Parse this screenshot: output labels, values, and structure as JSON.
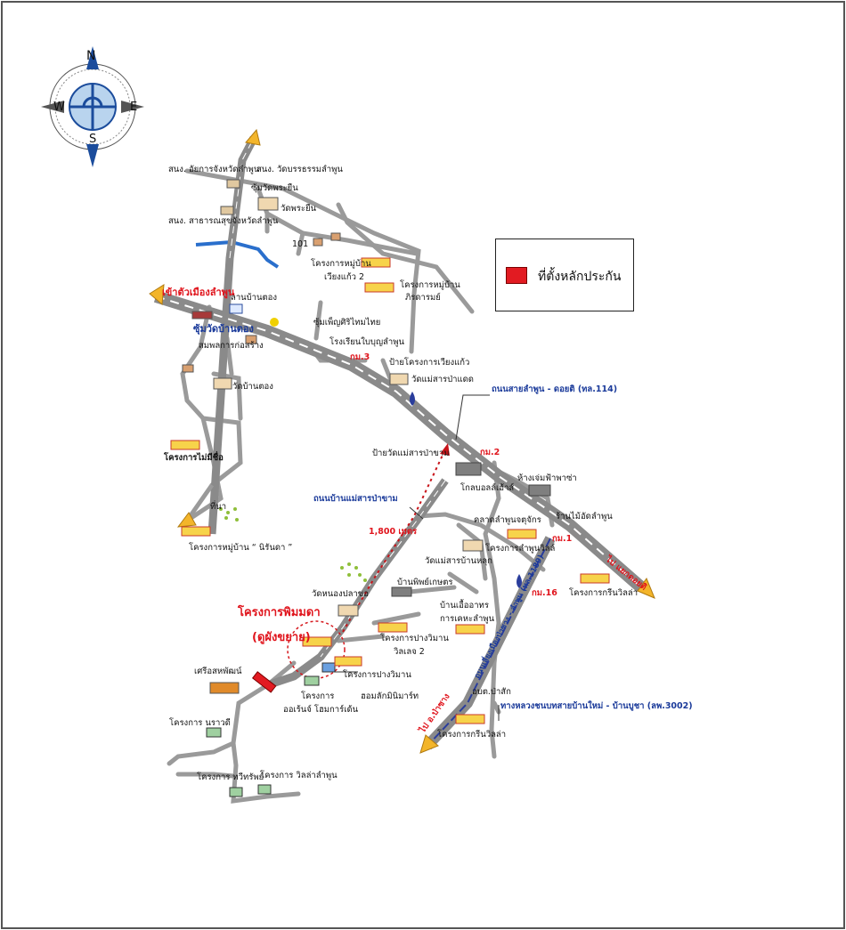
{
  "compass": {
    "n": "N",
    "e": "E",
    "s": "S",
    "w": "W"
  },
  "legend": {
    "label": "ที่ตั้งหลักประกัน",
    "color": "#e21b22"
  },
  "labels": {
    "prosecutor": "สนง. อัยการจังหวัดลำพูน",
    "court": "สนง. วัดบรรธรรมลำพูน",
    "soi_wat": "ซุ้มวัดพระยืน",
    "wat_phrayuen": "วัดพระยืน",
    "health": "สนง. สาธารณสุขจังหวัดลำพูน",
    "p101": "101",
    "moo_ban_wiang": "โครงการหมู่บ้าน",
    "wiang_kaew": "เวียงแก้ว 2",
    "moo_ban_sitaram": "โครงการหมู่บ้าน",
    "sitaram": "ภิรดารมย์",
    "to_city": "เข้าตัวเมืองลำพูน",
    "lan_ban_tong": "ลานบ้านตอง",
    "soi_ban_tong": "ซุ้มวัดบ้านตอง",
    "sahakorn": "สมพลการก่อสร้าง",
    "soi_phen": "ซุ้มเพ็ญศิริไทมไทย",
    "school": "โรงเรียนใบบุญลำพูน",
    "km3": "กม.3",
    "sign_wiang": "ป้ายโครงการเวียงแก้ว",
    "wat_maesarn": "วัดแม่สารป่าแดด",
    "wat_ban_tong": "วัดบ้านตอง",
    "road_114": "ถนนสายลำพูน - ดอยติ (ทล.114)",
    "no_name": "โครงการไม่มีชื่อ",
    "sign_wat": "ป้ายวัดแม่สารป่าขาม",
    "km2": "กม.2",
    "global": "โกลบอลล์เฮ้าส์",
    "home_pro": "ห้างเจ่มฟ้าพาซ่า",
    "land": "ที่นา",
    "road_maesarn": "ถนนบ้านแม่สารป่าขาม",
    "dist": "1,800 เมตร",
    "market": "คลาดลำพูนจตุจักร",
    "shop": "ร้านไม้อัดลำพูน",
    "niranda": "โครงการหมู่บ้าน “ นิรันดา ”",
    "wat_ban_luk": "วัดแม่สารบ้านหลุก",
    "lamphun_villa": "โครงการลำพูนวิลล์",
    "km1": "กม.1",
    "to_doiti": "ไป แยกดอยติ",
    "wat_nong": "วัดหนองปลาขอ",
    "ban_phit": "บ้านพิพย์เกษตร",
    "km16": "กม.16",
    "green_villa_1": "โครงการกรีนวิลล่า",
    "project_pim": "โครงการพิมมดา",
    "zoning": "(ดูผังขยาย)",
    "ban_eua": "บ้านเอื้ออาทร",
    "kha_phu": "การเคหะลำพูน",
    "pang_viman2a": "โครงการปางวิมาน",
    "pang_viman2b": "วิลเลจ 2",
    "siri": "เศรีอสหพัฒน์",
    "pang_viman": "โครงการปางวิมาน",
    "orange": "โครงการ",
    "orange2": "ออเร้นจ์ โฮมการ์เด้น",
    "seven": "ฮอมลักมินิมาร์ท",
    "obt": "อบต.ป่าสัก",
    "road_3002": "ทางหลวงชนบทสายบ้านใหม่ - บ้านบูชา (ลพ.3002)",
    "to_pasang": "ไป อ.ป่าซาง",
    "green_villa_2": "โครงการกรีนวิลล่า",
    "naravee": "โครงการ นราวดี",
    "thawi": "โครงการ ทวีทรัพย์",
    "villa_lamphun": "โครงการ วิลล่าลำพูน",
    "bypass": "ถนนเลี่ยงเมืองป่าซาง - ลำพูน (ทล.1189)"
  }
}
